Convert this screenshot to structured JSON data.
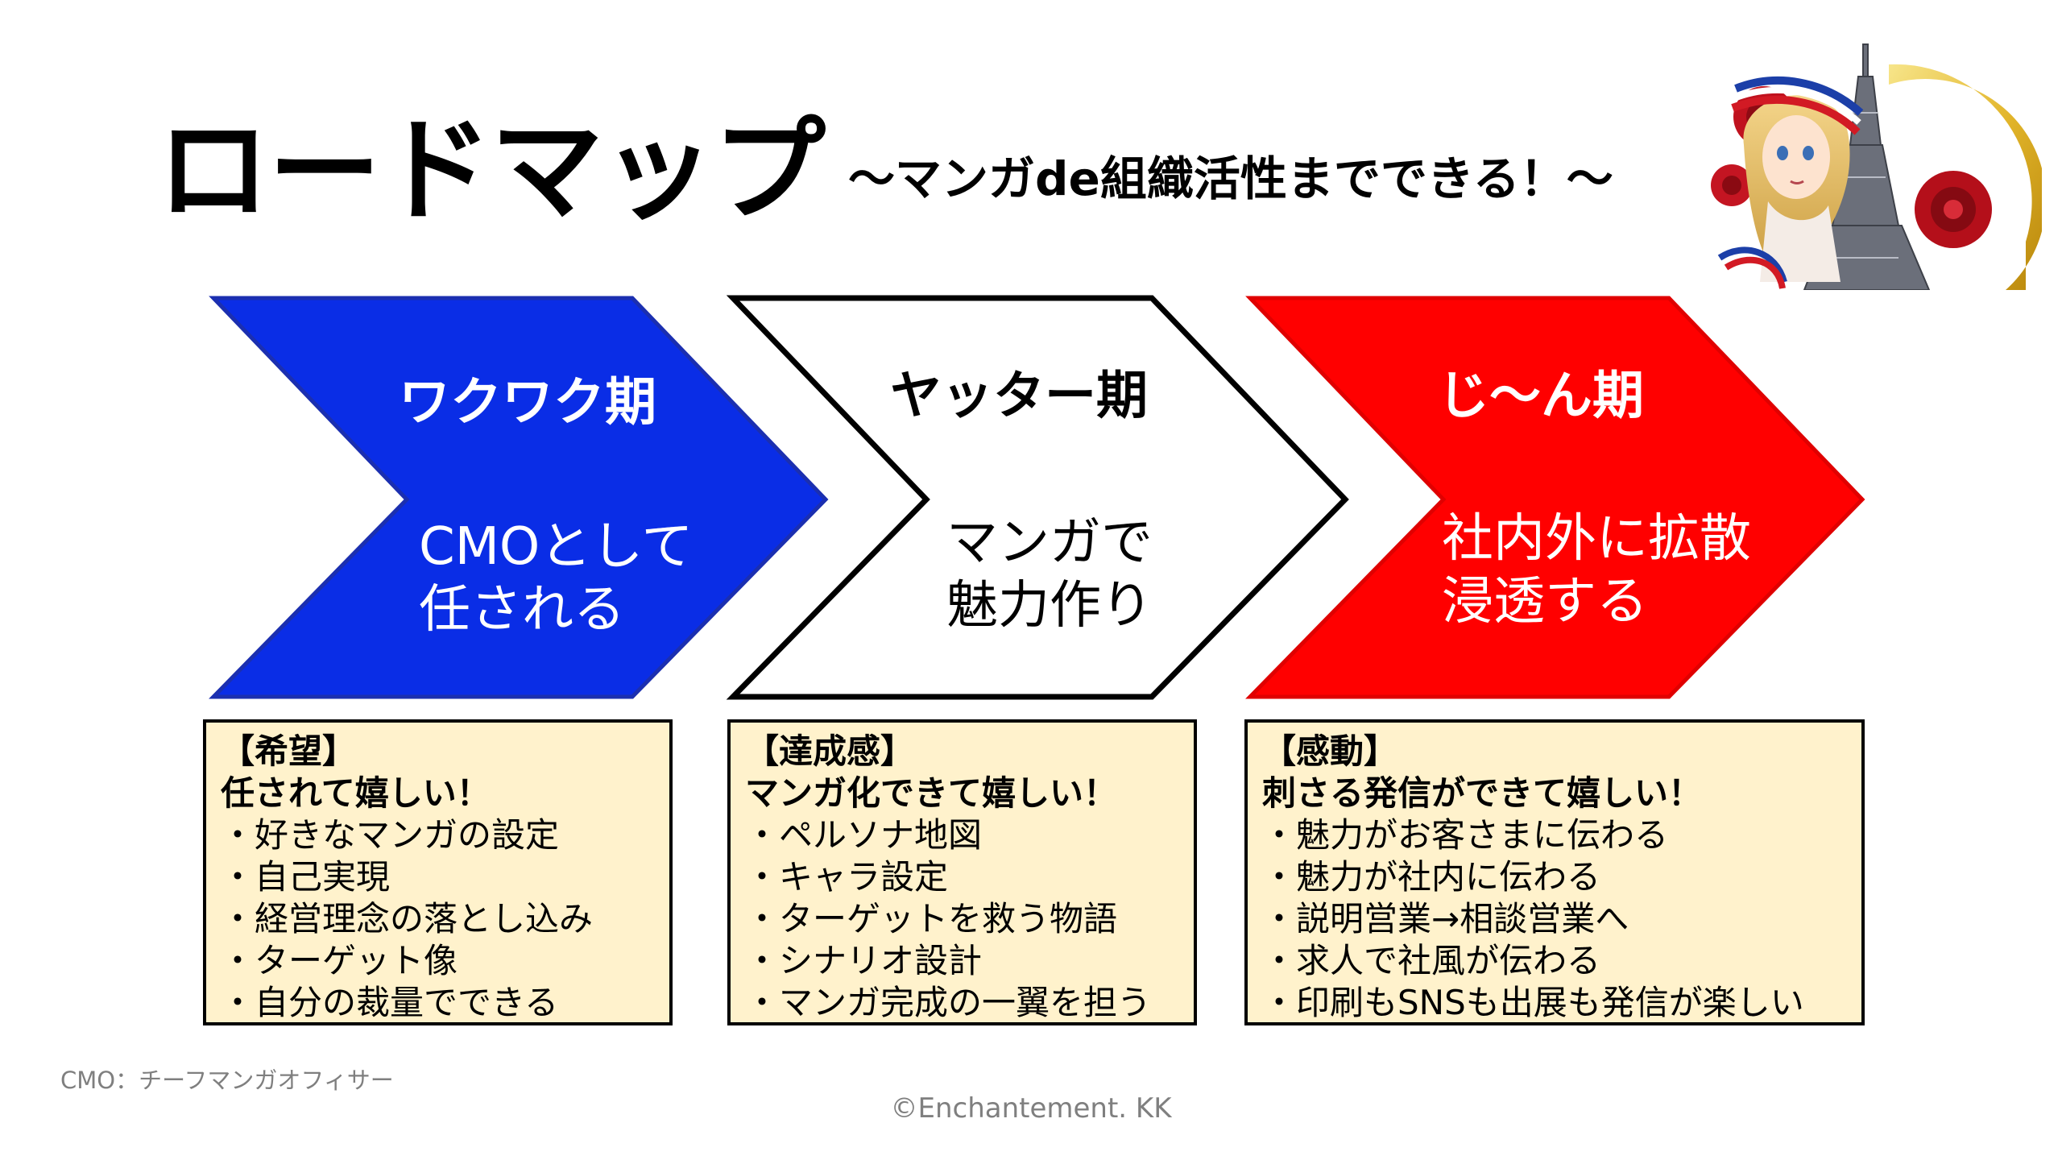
{
  "header": {
    "title": "ロードマップ",
    "subtitle": "～マンガde組織活性までできる！～"
  },
  "colors": {
    "phase1": "#0a2de6",
    "phase2": "#ffffff",
    "phase3": "#ff0000",
    "card_bg": "#fff2cc",
    "muted_text": "#7f7f7f"
  },
  "phases": [
    {
      "title": "ワクワク期",
      "description": "CMOとして\n任される",
      "card": {
        "heading": "【希望】",
        "subtitle": "任されて嬉しい！",
        "items": [
          "・好きなマンガの設定",
          "・自己実現",
          "・経営理念の落とし込み",
          "・ターゲット像",
          "・自分の裁量でできる"
        ]
      }
    },
    {
      "title": "ヤッター期",
      "description": "マンガで\n魅力作り",
      "card": {
        "heading": "【達成感】",
        "subtitle": "マンガ化できて嬉しい！",
        "items": [
          "・ペルソナ地図",
          "・キャラ設定",
          "・ターゲットを救う物語",
          "・シナリオ設計",
          "・マンガ完成の一翼を担う"
        ]
      }
    },
    {
      "title": "じ～ん期",
      "description": "社内外に拡散\n浸透する",
      "card": {
        "heading": "【感動】",
        "subtitle": "刺さる発信ができて嬉しい！",
        "items": [
          "・魅力がお客さまに伝わる",
          "・魅力が社内に伝わる",
          "・説明営業→相談営業へ",
          "・求人で社風が伝わる",
          "・印刷もSNSも出展も発信が楽しい"
        ]
      }
    }
  ],
  "footer": {
    "footnote": "CMO：チーフマンガオフィサー",
    "copyright": "©Enchantement. KK"
  }
}
